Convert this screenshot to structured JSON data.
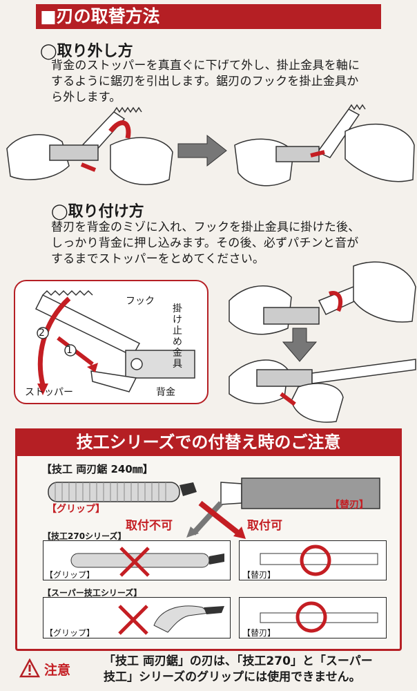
{
  "title": "■刃の取替方法",
  "remove": {
    "heading": "◯取り外し方",
    "lines": [
      "背金のストッパーを真直ぐに下げて外し、掛止金具を軸に",
      "するように鋸刃を引出します。鋸刃のフックを掛止金具か",
      "ら外します。"
    ]
  },
  "attach": {
    "heading": "◯取り付け方",
    "lines": [
      "替刃を背金のミゾに入れ、フックを掛止金具に掛けた後、",
      "しっかり背金に押し込みます。その後、必ずパチンと音が",
      "するまでストッパーをとめてください。"
    ],
    "diagram": {
      "hook": "フック",
      "latch": "掛け止め金具",
      "stopper": "ストッパー",
      "back": "背金",
      "step1": "1",
      "step2": "2"
    }
  },
  "caution": {
    "title": "技工シリーズでの付替え時のご注意",
    "saw_label": "【技工 両刃鋸 240㎜】",
    "grip_label": "【グリップ】",
    "blade_label": "【替刃】",
    "ng": "取付不可",
    "ok": "取付可",
    "s270": "【技工270シリーズ】",
    "super": "【スーパー技工シリーズ】",
    "grip_small": "【グリップ】",
    "blade_small": "【替刃】",
    "grip_small2": "【グリップ】",
    "blade_small2": "【替刃】"
  },
  "note": {
    "label": "注意",
    "line1": "「技工 両刃鋸」の刃は、「技工270」と「スーパー",
    "line2": "技工」シリーズのグリップには使用できません。"
  }
}
